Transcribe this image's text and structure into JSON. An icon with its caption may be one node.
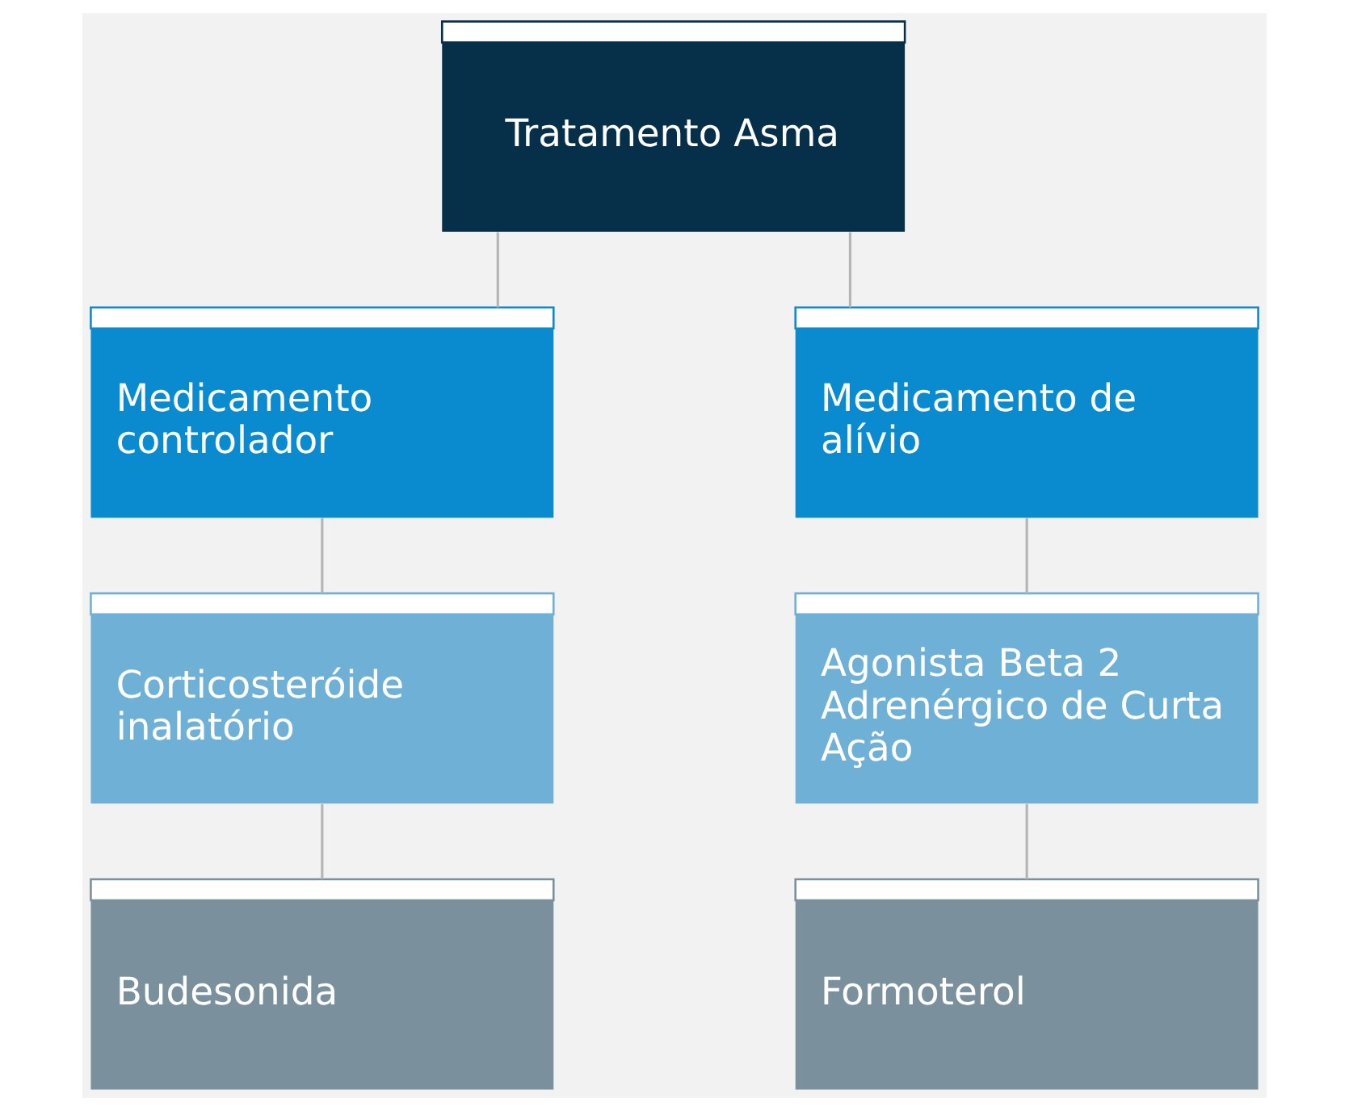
{
  "diagram": {
    "nodes": [
      {
        "text": [
          "Tratamento Asma"
        ]
      },
      {
        "text": [
          "Medicamento controlador"
        ]
      },
      {
        "text": [
          "Medicamento de alívio"
        ]
      },
      {
        "text": [
          "Corticosteróide inalatório"
        ]
      },
      {
        "text": [
          "Agonista Beta 2 Adrenérgico de Curta Ação"
        ]
      },
      {
        "text": [
          "Budesonida"
        ]
      },
      {
        "text": [
          "Formoterol"
        ]
      }
    ],
    "edges": [
      {
        "from": 0,
        "to": 1,
        "arrow": "none"
      },
      {
        "from": 0,
        "to": 2,
        "arrow": "none"
      },
      {
        "from": 1,
        "to": 3,
        "arrow": "none"
      },
      {
        "from": 2,
        "to": 4,
        "arrow": "none"
      },
      {
        "from": 3,
        "to": 5,
        "arrow": "none"
      },
      {
        "from": 4,
        "to": 6,
        "arrow": "none"
      }
    ]
  }
}
